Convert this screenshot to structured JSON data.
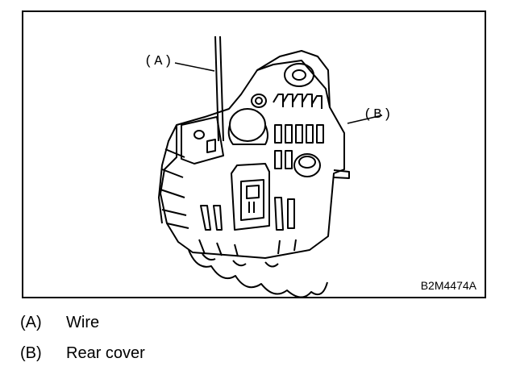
{
  "figure": {
    "id_code": "B2M4474A",
    "callouts": [
      {
        "key": "A",
        "label": "(A)"
      },
      {
        "key": "B",
        "label": "(B)"
      }
    ]
  },
  "legend": {
    "items": [
      {
        "key": "(A)",
        "text": "Wire"
      },
      {
        "key": "(B)",
        "text": "Rear cover"
      }
    ]
  }
}
